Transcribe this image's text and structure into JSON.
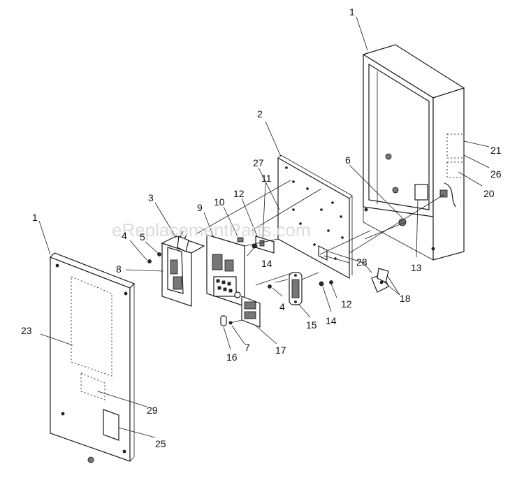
{
  "watermark": "eReplacementParts.com",
  "callouts": [
    "1",
    "1",
    "2",
    "3",
    "4",
    "4",
    "5",
    "6",
    "7",
    "8",
    "9",
    "10",
    "11",
    "12",
    "12",
    "13",
    "14",
    "14",
    "15",
    "16",
    "17",
    "18",
    "20",
    "21",
    "23",
    "25",
    "26",
    "27",
    "28",
    "29"
  ]
}
